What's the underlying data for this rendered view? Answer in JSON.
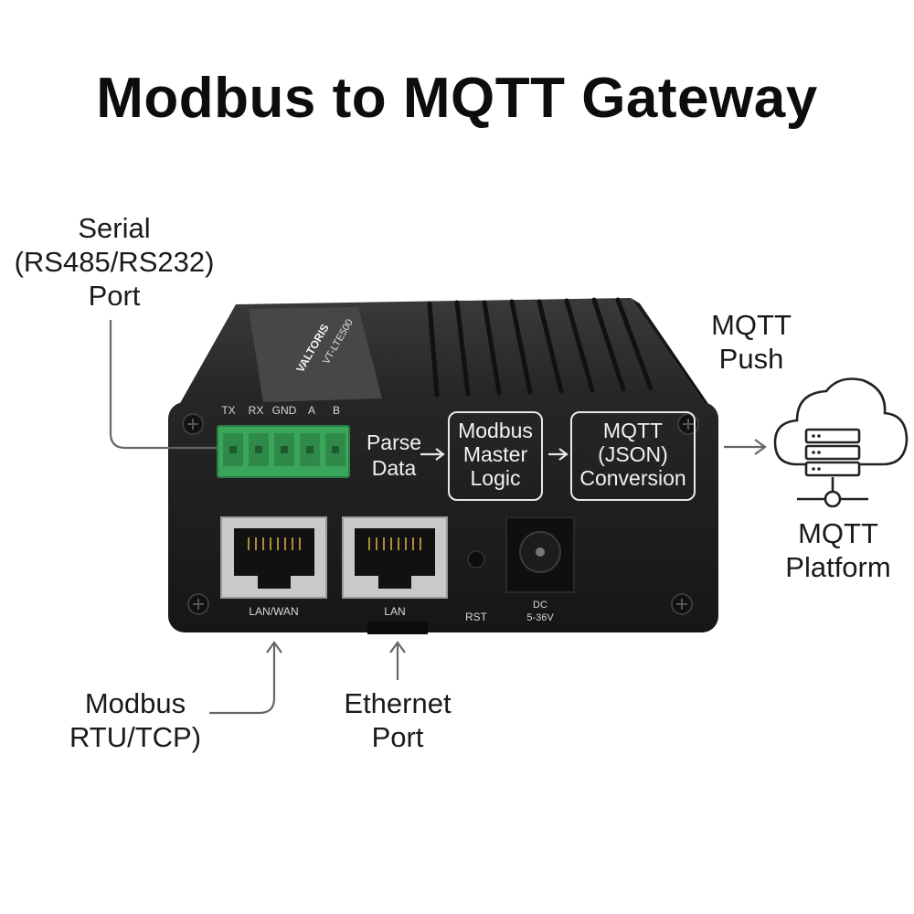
{
  "title": "Modbus to MQTT Gateway",
  "device": {
    "brand": "VALTORIS",
    "model": "VT-LTE500",
    "terminal_pins": [
      "TX",
      "RX",
      "GND",
      "A",
      "B"
    ],
    "port_lan_wan": "LAN/WAN",
    "port_lan": "LAN",
    "reset_label": "RST",
    "power_label_1": "DC",
    "power_label_2": "5-36V",
    "housing_color": "#1f1f1f",
    "terminal_color": "#3aa65a"
  },
  "callouts": {
    "serial": [
      "Serial",
      "(RS485/RS232)",
      "Port"
    ],
    "modbus": [
      "Modbus",
      "RTU/TCP)"
    ],
    "ethernet": [
      "Ethernet",
      "Port"
    ],
    "mqtt_push": [
      "MQTT",
      "Push"
    ],
    "mqtt_platform": [
      "MQTT",
      "Platform"
    ]
  },
  "flow": {
    "parse": [
      "Parse",
      "Data"
    ],
    "master": [
      "Modbus",
      "Master",
      "Logic"
    ],
    "conversion": [
      "MQTT",
      "(JSON)",
      "Conversion"
    ]
  }
}
